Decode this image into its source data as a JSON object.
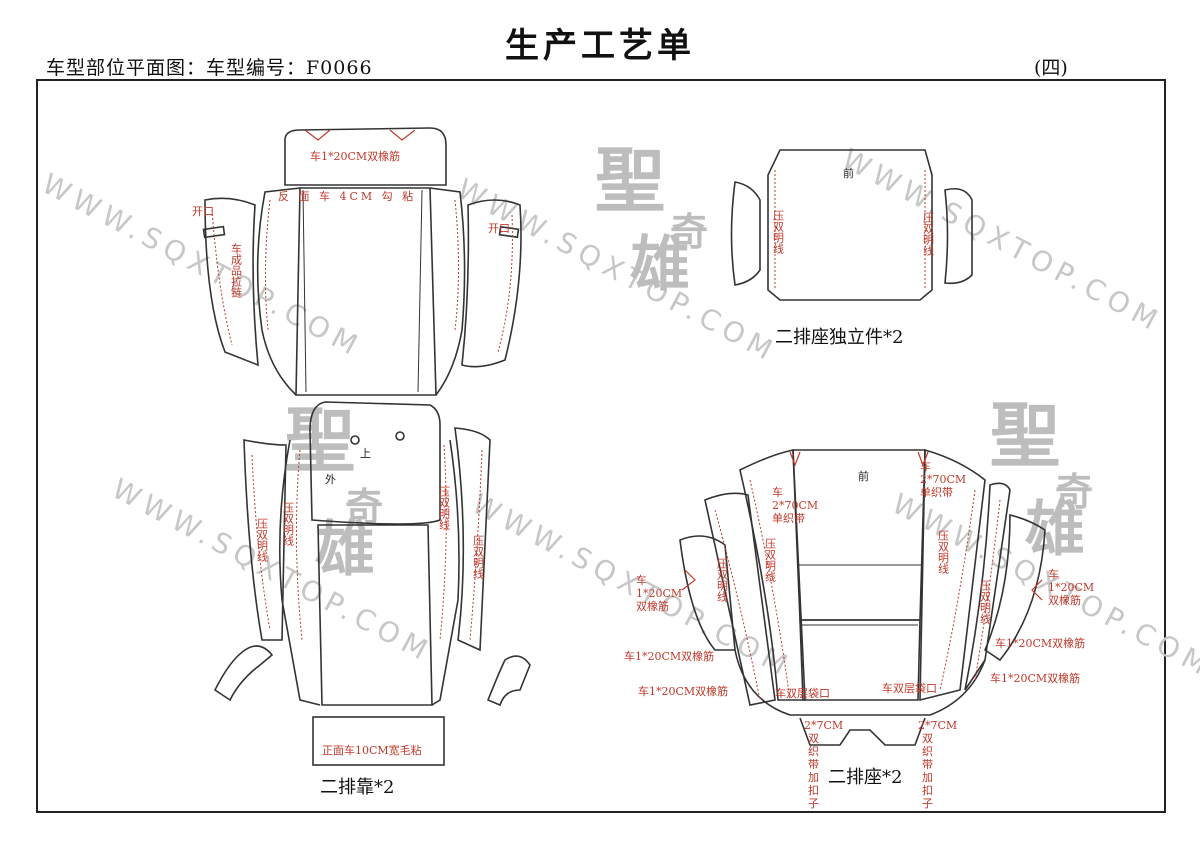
{
  "header": {
    "title": "生产工艺单",
    "subtitle": "车型部位平面图：车型编号：F0066",
    "page_no": "(四)"
  },
  "watermark": {
    "url": "WWW.SQXTOP.COM",
    "logo_main": "聖",
    "logo_small": "奇",
    "logo_sub": "雄"
  },
  "backrest": {
    "caption": "二排靠*2",
    "headrest_note": "车1*20CM双橡筋",
    "top_note": "反 面 车 4CM 勾 粘",
    "left_opening": "开口",
    "right_opening": "开口",
    "zipper_note": "车成品拉链",
    "upper_mark": "上",
    "outer_mark": "外",
    "double_stitch_left_a": "压双明线",
    "double_stitch_left_b": "压双明线",
    "double_stitch_right_a": "压双明线",
    "double_stitch_right_b": "压双明线",
    "bottom_note": "正面车10CM宽毛粘"
  },
  "independent": {
    "caption": "二排座独立件*2",
    "front_mark": "前",
    "stitch_left": "压双明线",
    "stitch_right": "压双明线"
  },
  "seat": {
    "caption": "二排座*2",
    "front_mark": "前",
    "strap_left": "车2*70CM单织带",
    "strap_right": "车2*70CM单织带",
    "stitch_1": "压双明线",
    "stitch_2": "压双明线",
    "stitch_3": "压双明线",
    "stitch_4": "压双明线",
    "elastic_left_1": "车1*20CM双橡筋",
    "elastic_left_2": "车1*20CM双橡筋",
    "elastic_left_3": "车1*20CM双橡筋",
    "elastic_right_1": "车1*20CM双橡筋",
    "elastic_right_2": "车1*20CM双橡筋",
    "elastic_right_3": "车1*20CM双橡筋",
    "pocket_left": "车双层袋口",
    "pocket_right": "车双层袋口",
    "buckle_left": "2*7CM双织带加扣子",
    "buckle_right": "2*7CM双织带加扣子"
  }
}
